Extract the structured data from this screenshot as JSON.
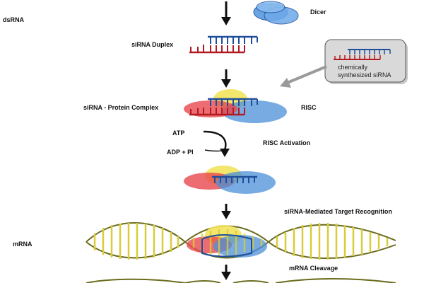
{
  "labels": {
    "dsrna": "dsRNA",
    "dicer": "Dicer",
    "sirna_duplex": "siRNA Duplex",
    "synthetic_line1": "chemically",
    "synthetic_line2": "synthesized siRNA",
    "protein_complex": "siRNA - Protein Complex",
    "risc": "RISC",
    "atp": "ATP",
    "adp_pi": "ADP + PI",
    "risc_activation": "RISC Activation",
    "target_recognition": "siRNA-Mediated Target Recognition",
    "mrna": "mRNA",
    "mrna_cleavage": "mRNA Cleavage"
  },
  "colors": {
    "strand_blue": "#1f4e9b",
    "strand_red": "#b11a21",
    "protein_yellow": "#f2e35c",
    "protein_red": "#e8474d",
    "protein_blue": "#4a8fd8",
    "dicer_blue": "#5b9be0",
    "mrna_olive": "#6b6b1e",
    "mrna_tick": "#d8cc3a",
    "box_fill": "#d9d9d9",
    "arrow": "#111111"
  }
}
